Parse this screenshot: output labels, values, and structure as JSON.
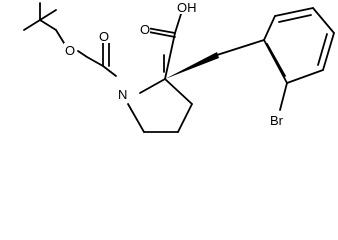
{
  "structure": {
    "labels": {
      "oh": "OH",
      "o_carbonyl_boc": "O",
      "o_ester_boc": "O",
      "o_carbonyl_acid": "O",
      "n": "N",
      "br": "Br"
    }
  }
}
